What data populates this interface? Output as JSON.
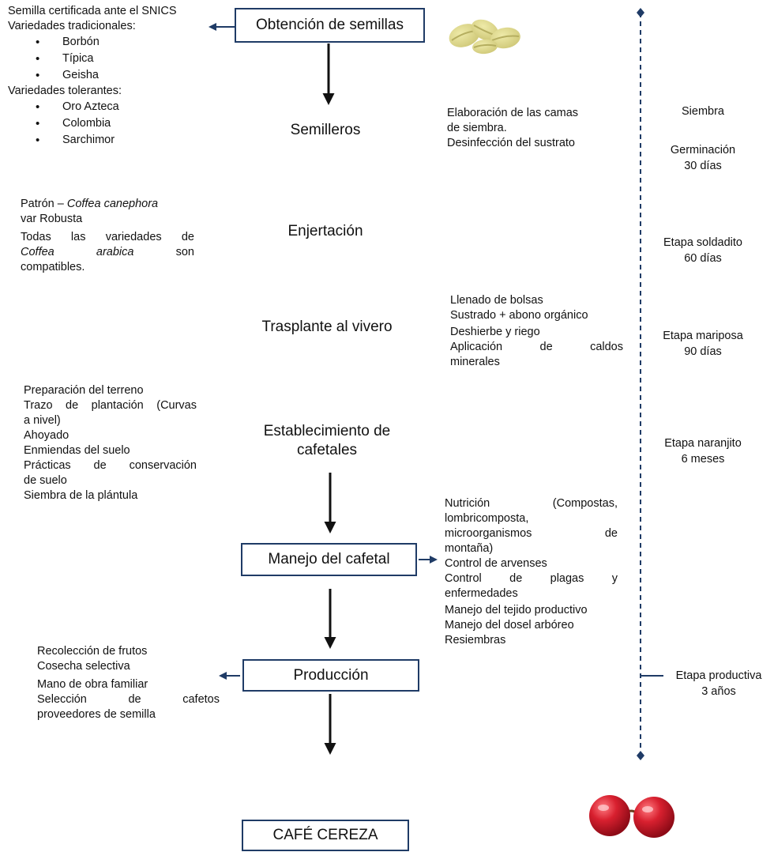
{
  "colors": {
    "accent": "#1f3b66",
    "arrow": "#111111",
    "bean": "#d7d28a",
    "cherry": "#c8152a"
  },
  "icons": {
    "top": "green-coffee-beans-icon",
    "bottom": "red-coffee-cherries-icon"
  },
  "stages": {
    "obtencion": "Obtención de semillas",
    "semilleros": "Semilleros",
    "enjertacion": "Enjertación",
    "trasplante": "Trasplante al vivero",
    "establecimiento_1": "Establecimiento de",
    "establecimiento_2": "cafetales",
    "manejo": "Manejo del cafetal",
    "produccion": "Producción",
    "cafe_cereza": "CAFÉ CEREZA"
  },
  "semillas": {
    "line1": "Semilla certificada ante el SNICS",
    "tradicionales_title": "Variedades tradicionales:",
    "tradicionales": [
      "Borbón",
      "Típica",
      "Geisha"
    ],
    "tolerantes_title": "Variedades tolerantes:",
    "tolerantes": [
      "Oro Azteca",
      "Colombia",
      "Sarchimor"
    ]
  },
  "enjertacion_notes": {
    "l1_a": "Patrón – ",
    "l1_b": "Coffea canephora",
    "l2": "var Robusta",
    "l3": "Todas las variedades de",
    "l4_a": "Coffea",
    "l4_b": "arabica",
    "l4_c": "son",
    "l5": "compatibles."
  },
  "establecimiento_notes": {
    "l1": "Preparación del terreno",
    "l2": "Trazo de plantación (Curvas",
    "l3": "a nivel)",
    "l4": "Ahoyado",
    "l5": "Enmiendas del suelo",
    "l6": "Prácticas de conservación",
    "l7": "de suelo",
    "l8": "Siembra de la plántula"
  },
  "produccion_notes": {
    "l1": "Recolección de frutos",
    "l2": "Cosecha selectiva",
    "l3": "Mano de obra familiar",
    "l4": "Selección de cafetos",
    "l5": "proveedores de semilla"
  },
  "semilleros_notes": {
    "l1": "Elaboración de las camas",
    "l2": "de siembra.",
    "l3": "Desinfección del sustrato"
  },
  "trasplante_notes": {
    "l1": "Llenado de bolsas",
    "l2": "Sustrado + abono orgánico",
    "l3": "Deshierbe y riego",
    "l4": "Aplicación de caldos",
    "l5": "minerales"
  },
  "manejo_notes": {
    "l1": "Nutrición (Compostas,",
    "l2": "lombricomposta,",
    "l3": "microorganismos de",
    "l4": "montaña)",
    "l5": "Control de arvenses",
    "l6": "Control de plagas y",
    "l7": "enfermedades",
    "l8": "Manejo del tejido productivo",
    "l9": "Manejo del dosel arbóreo",
    "l10": "Resiembras"
  },
  "timeline": {
    "siembra": "Siembra",
    "germinacion_1": "Germinación",
    "germinacion_2": "30 días",
    "soldadito_1": "Etapa soldadito",
    "soldadito_2": "60 días",
    "mariposa_1": "Etapa mariposa",
    "mariposa_2": "90 días",
    "naranjito_1": "Etapa naranjito",
    "naranjito_2": "6 meses",
    "productiva_1": "Etapa productiva",
    "productiva_2": "3 años"
  }
}
